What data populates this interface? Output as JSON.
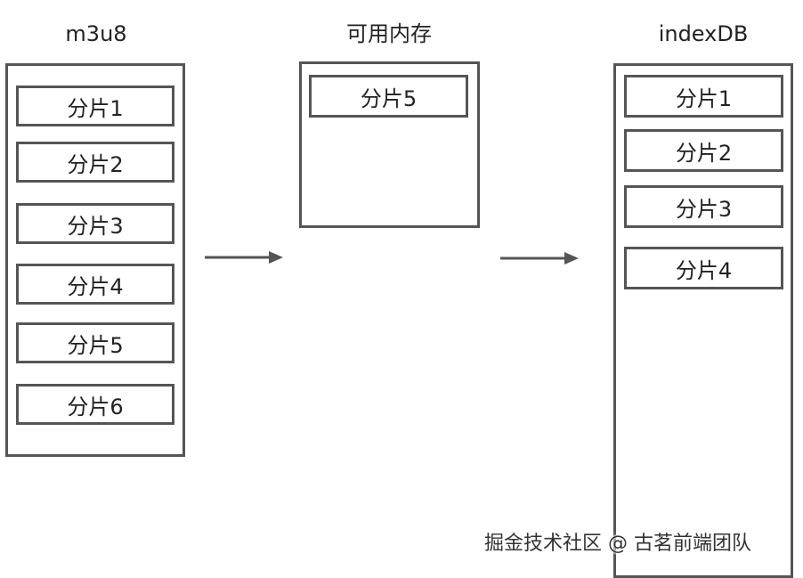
{
  "columns": {
    "m3u8": {
      "title": "m3u8",
      "chunks": [
        "分片1",
        "分片2",
        "分片3",
        "分片4",
        "分片5",
        "分片6"
      ]
    },
    "memory": {
      "title": "可用内存",
      "chunks": [
        "分片5"
      ]
    },
    "indexdb": {
      "title": "indexDB",
      "chunks": [
        "分片1",
        "分片2",
        "分片3",
        "分片4"
      ]
    }
  },
  "watermark": "掘金技术社区 @ 古茗前端团队",
  "colors": {
    "border": "#555555",
    "text": "#222222",
    "background": "#ffffff"
  }
}
